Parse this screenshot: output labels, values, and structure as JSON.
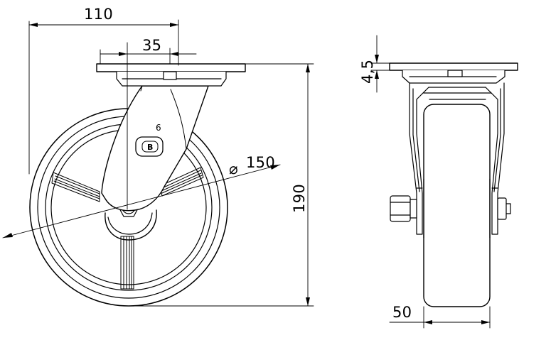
{
  "drawing": {
    "dimensions": {
      "overall_offset": "110",
      "swivel_offset": "35",
      "wheel_diameter": "150",
      "diameter_symbol": "⌀",
      "overall_height": "190",
      "plate_thickness": "4,5",
      "wheel_width": "50"
    },
    "marks": {
      "fork_number": "6",
      "logo_letter": "B"
    },
    "colors": {
      "line": "#000000",
      "fill": "#ffffff"
    }
  }
}
